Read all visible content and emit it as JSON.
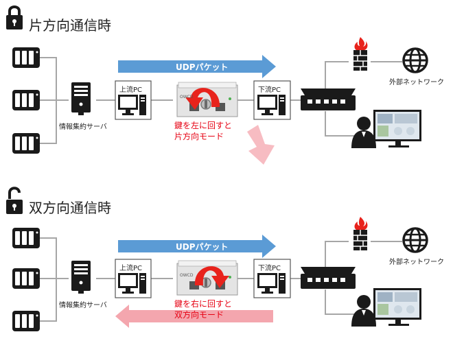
{
  "top": {
    "title": "片方向通信時",
    "udp_label": "UDPパケット",
    "upstream_label": "上流PC",
    "downstream_label": "下流PC",
    "server_label": "情報集約サーバ",
    "external_label": "外部ネットワーク",
    "device_label": "OWCD",
    "key_caption_line1": "鍵を左に回すと",
    "key_caption_line2": "片方向モード"
  },
  "bottom": {
    "title": "双方向通信時",
    "udp_label": "UDPパケット",
    "upstream_label": "上流PC",
    "downstream_label": "下流PC",
    "server_label": "情報集約サーバ",
    "external_label": "外部ネットワーク",
    "device_label": "OWCD",
    "key_caption_line1": "鍵を右に回すと",
    "key_caption_line2": "双方向モード"
  },
  "colors": {
    "udp_arrow": "#5b9bd5",
    "return_arrow": "#f4a6ae",
    "caption_red": "#e60012",
    "rotation_arrow": "#e8231c",
    "line": "#a6a6a6",
    "icon_dark": "#1a1a1a"
  },
  "icons": {
    "locked": "padlock-closed-icon",
    "unlocked": "padlock-open-icon",
    "storage": "storage-server-icon",
    "tower": "tower-server-icon",
    "pc": "desktop-pc-icon",
    "switch": "network-switch-icon",
    "firewall": "firewall-icon",
    "globe": "globe-icon",
    "operator": "operator-monitor-icon"
  }
}
